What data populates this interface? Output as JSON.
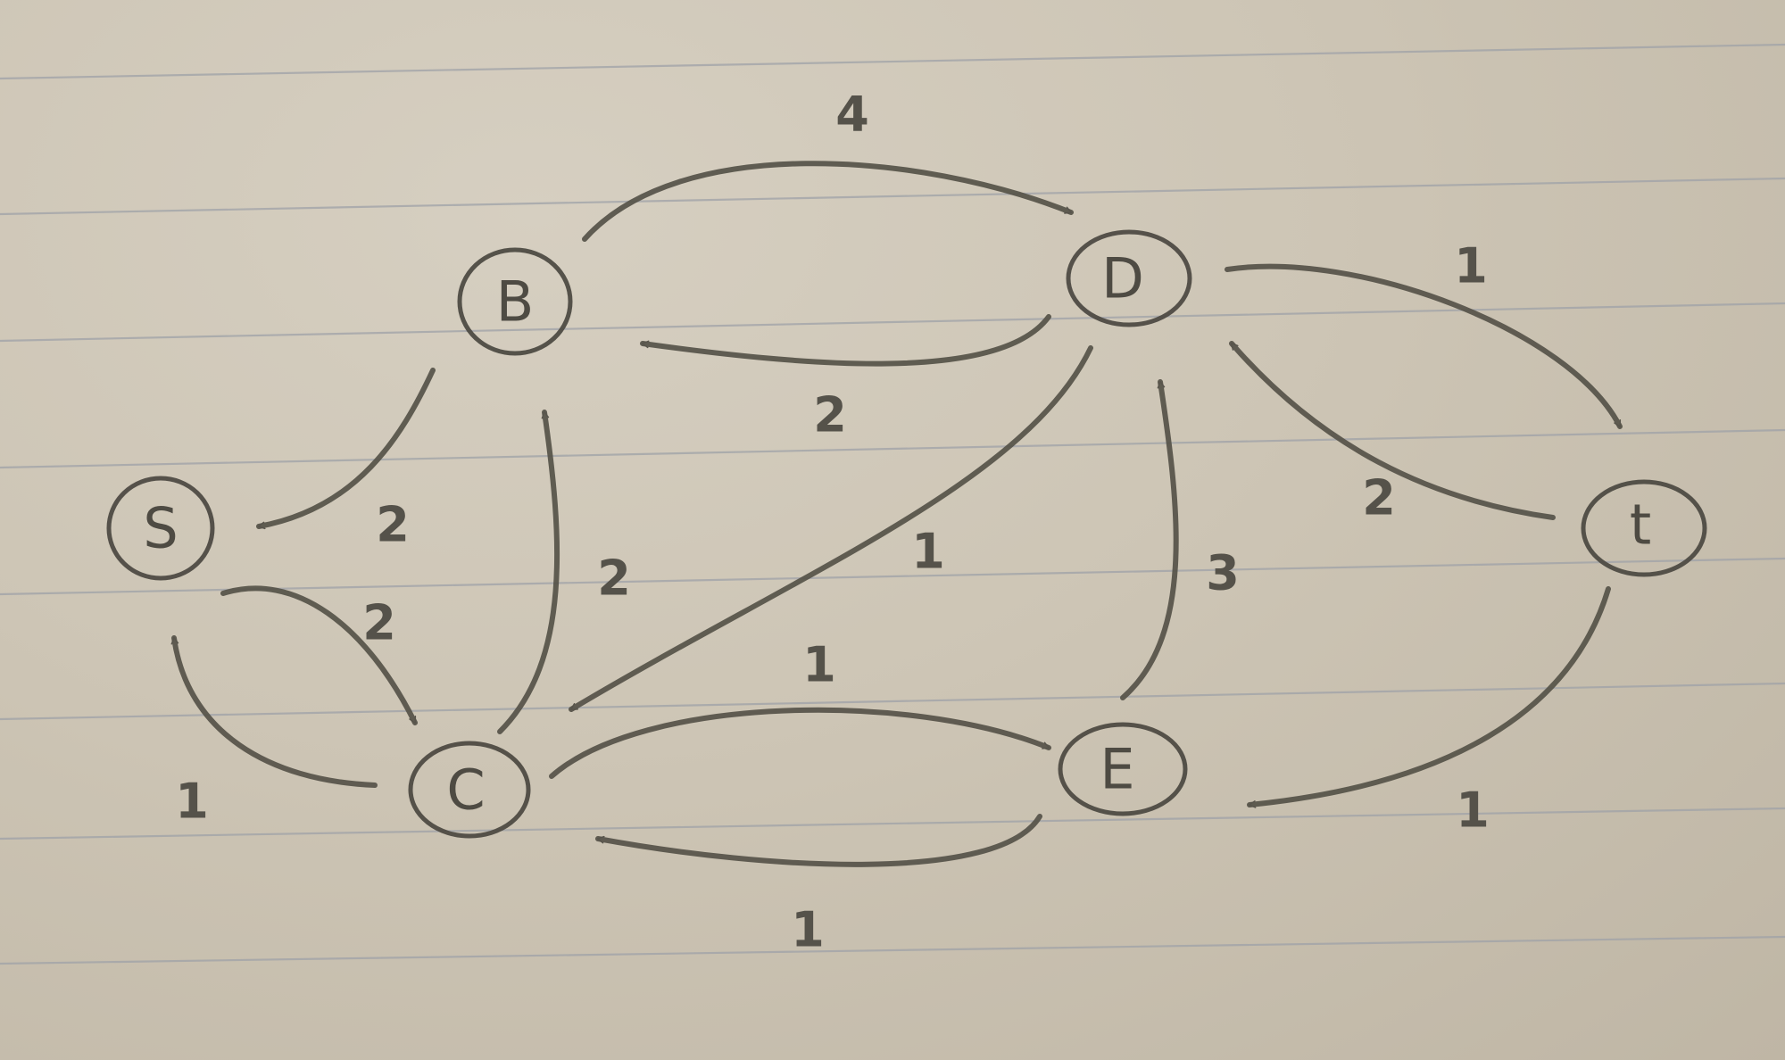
{
  "nodes": [
    {
      "id": "S",
      "label": "S"
    },
    {
      "id": "B",
      "label": "B"
    },
    {
      "id": "C",
      "label": "C"
    },
    {
      "id": "D",
      "label": "D"
    },
    {
      "id": "E",
      "label": "E"
    },
    {
      "id": "t",
      "label": "t"
    }
  ],
  "edges": [
    {
      "from": "B",
      "to": "D",
      "weight": "4"
    },
    {
      "from": "D",
      "to": "B",
      "weight": "2"
    },
    {
      "from": "B",
      "to": "S",
      "weight": "2"
    },
    {
      "from": "S",
      "to": "C",
      "weight": "2"
    },
    {
      "from": "C",
      "to": "S",
      "weight": "1"
    },
    {
      "from": "C",
      "to": "B",
      "weight": "2"
    },
    {
      "from": "D",
      "to": "C",
      "weight": "1"
    },
    {
      "from": "D",
      "to": "t",
      "weight": "1"
    },
    {
      "from": "t",
      "to": "D",
      "weight": "2"
    },
    {
      "from": "C",
      "to": "E",
      "weight": "1"
    },
    {
      "from": "E",
      "to": "C",
      "weight": "1"
    },
    {
      "from": "E",
      "to": "D",
      "weight": "3"
    },
    {
      "from": "t",
      "to": "E",
      "weight": "1"
    }
  ]
}
